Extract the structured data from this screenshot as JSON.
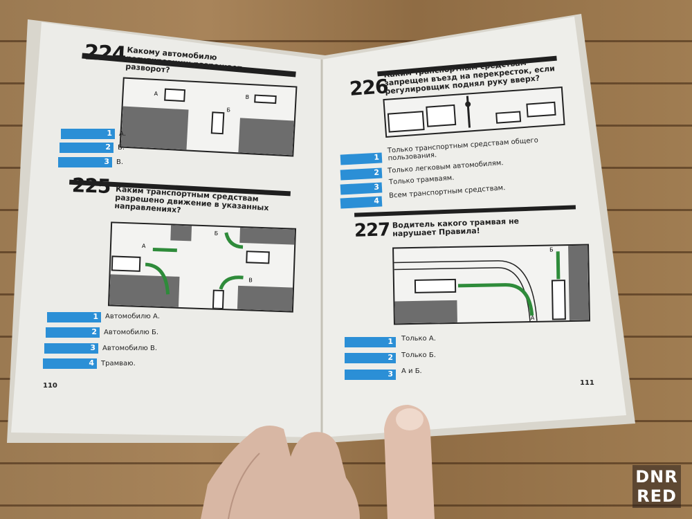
{
  "left_page": {
    "page_number": "110",
    "q224": {
      "number": "224",
      "text": "Какому автомобилю регулировщик разрешает разворот?",
      "answers": [
        {
          "n": "1",
          "text": "А."
        },
        {
          "n": "2",
          "text": "Б."
        },
        {
          "n": "3",
          "text": "В."
        }
      ]
    },
    "q225": {
      "number": "225",
      "text": "Каким транспортным средствам разрешено движение в указанных направлениях?",
      "answers": [
        {
          "n": "1",
          "text": "Автомобилю А."
        },
        {
          "n": "2",
          "text": "Автомобилю Б."
        },
        {
          "n": "3",
          "text": "Автомобилю В."
        },
        {
          "n": "4",
          "text": "Трамваю."
        }
      ]
    }
  },
  "right_page": {
    "page_number": "111",
    "q226": {
      "number": "226",
      "text": "Каким транспортным средствам запрещен въезд на перекресток, если регулировщик поднял руку вверх?",
      "answers": [
        {
          "n": "1",
          "text": "Только транспортным средствам общего пользования."
        },
        {
          "n": "2",
          "text": "Только легковым автомобилям."
        },
        {
          "n": "3",
          "text": "Только трамваям."
        },
        {
          "n": "4",
          "text": "Всем транспортным средствам."
        }
      ]
    },
    "q227": {
      "number": "227",
      "text": "Водитель какого трамвая не нарушает Правила!",
      "answers": [
        {
          "n": "1",
          "text": "Только А."
        },
        {
          "n": "2",
          "text": "Только Б."
        },
        {
          "n": "3",
          "text": "А и Б."
        }
      ]
    }
  },
  "diagram_labels": {
    "a": "А",
    "b": "Б",
    "v": "В"
  },
  "watermark": [
    "DNR",
    "RED"
  ],
  "colors": {
    "answer_blue": "#2b8fd6",
    "page": "#eeeeea",
    "arrow_green": "#2e8b3a"
  }
}
